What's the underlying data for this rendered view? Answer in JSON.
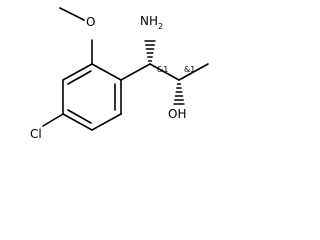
{
  "molecule": {
    "atoms": {
      "amine": "NH2",
      "amine_sub": "2",
      "amine_main": "NH",
      "hydroxyl": "OH",
      "methoxy_oxygen": "O",
      "chlorine": "Cl"
    },
    "stereo": {
      "c1": "&1",
      "c2": "&1"
    }
  }
}
